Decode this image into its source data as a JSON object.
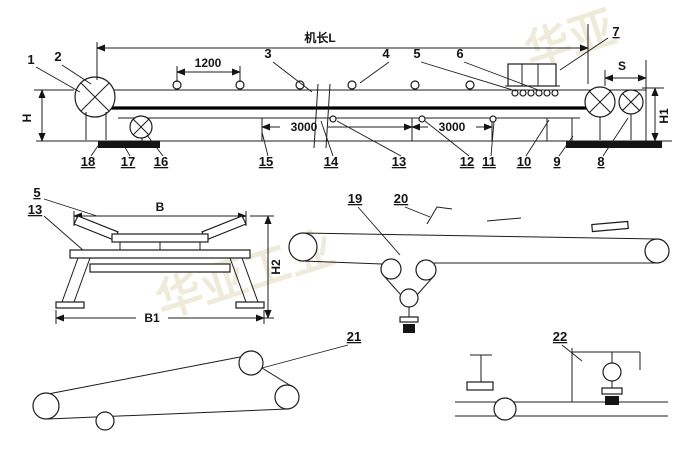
{
  "watermark": {
    "text_1": "华亚",
    "text_2": "华亚工业"
  },
  "dims": {
    "machine_length": "机长L",
    "idler_pitch": "1200",
    "span_1": "3000",
    "span_2": "3000",
    "height_h": "H",
    "height_h1": "H1",
    "height_h2": "H2",
    "takeup_travel": "S",
    "belt_width": "B",
    "frame_width": "B1"
  },
  "parts": {
    "p1": "1",
    "p2": "2",
    "p3": "3",
    "p4": "4",
    "p5": "5",
    "p6": "6",
    "p7": "7",
    "p8": "8",
    "p9": "9",
    "p10": "10",
    "p11": "11",
    "p12": "12",
    "p13": "13",
    "p14": "14",
    "p15": "15",
    "p16": "16",
    "p17": "17",
    "p18": "18",
    "p19": "19",
    "p20": "20",
    "p21": "21",
    "p22": "22"
  }
}
